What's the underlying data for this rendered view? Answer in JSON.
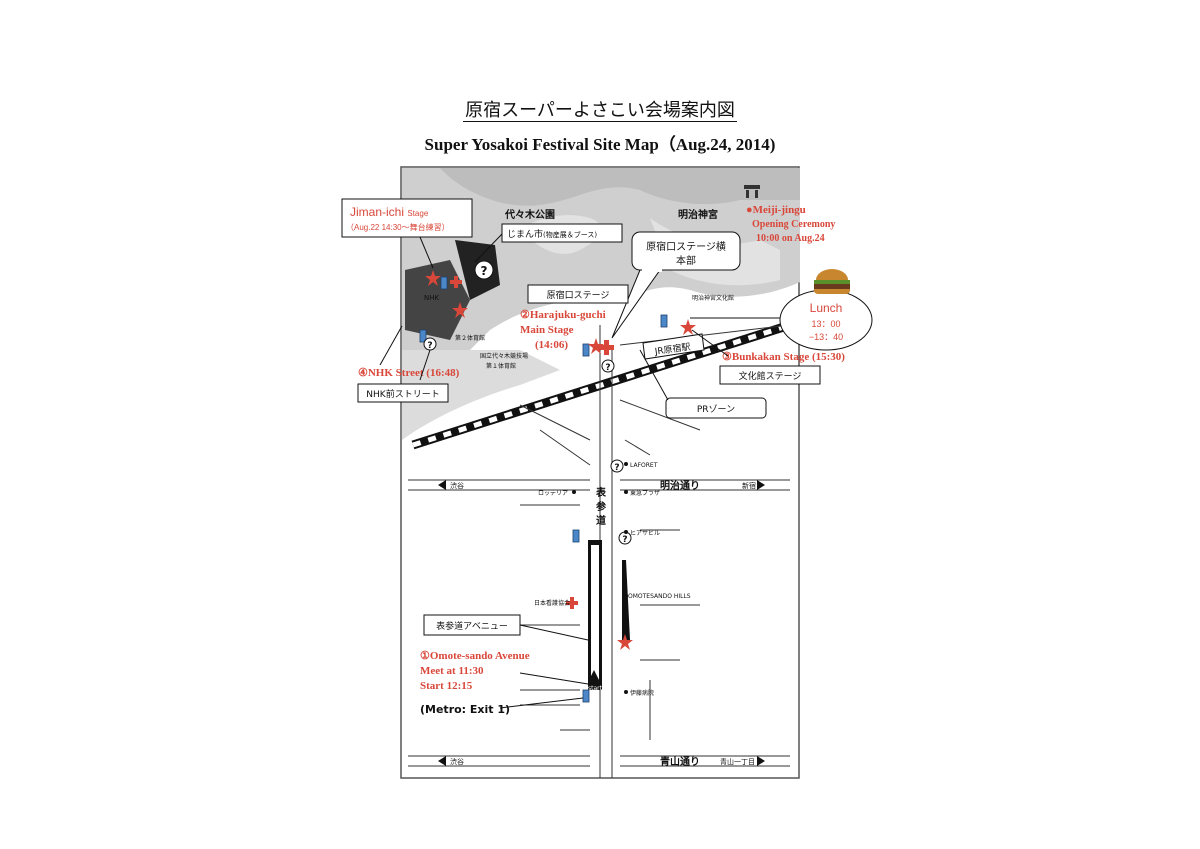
{
  "title_jp": "原宿スーパーよさこい会場案内図",
  "title_en": "Super Yosakoi Festival Site Map（Aug.24, 2014)",
  "colors": {
    "stage_red": "#d9473a",
    "marker_blue": "#4a86c8",
    "park_gray": "#cfcfcf",
    "rail_black": "#111111"
  },
  "areas": {
    "yoyogi_park": "代々木公園",
    "meiji_jingu_jp": "明治神宮",
    "jr_station": "JR原宿駅",
    "gym2": "第２体育館",
    "national_gym_1": "国立代々木競技場",
    "national_gym_2": "第１体育館",
    "nhk": "NHK",
    "bunkakan_building": "明治神宮文化館"
  },
  "stages": {
    "jiman_ichi": {
      "name": "Jiman-ichi",
      "name_suffix": "Stage",
      "note": "（Aug.22 14:30～舞台練習）"
    },
    "meiji_jingu": {
      "name": "●Meiji-jingu",
      "line1": "Opening Ceremony",
      "line2": "10:00   on Aug.24"
    },
    "harajuku": {
      "line1": "②Harajuku-guchi",
      "line2": "Main Stage",
      "line3": "(14:06)"
    },
    "bunkakan": {
      "label": "③Bunkakan Stage (15:30)"
    },
    "nhk_street": {
      "label": "④NHK Street (16:48)"
    },
    "omotesando": {
      "line1": "①Omote-sando Avenue",
      "line2": "Meet at 11:30",
      "line3": "Start 12:15"
    }
  },
  "callouts": {
    "jiman_market": "じまん市",
    "jiman_market_sub": "(物産展＆ブース)",
    "hq_line1": "原宿口ステージ横",
    "hq_line2": "本部",
    "harajuku_stage_jp": "原宿口ステージ",
    "bunkakan_stage_jp": "文化館ステージ",
    "pr_zone": "PRゾーン",
    "nhk_street_jp": "NHK前ストリート",
    "omotesando_avenue_jp": "表参道アベニュー",
    "metro": "(Metro: Exit 1)"
  },
  "lunch": {
    "label": "Lunch",
    "time1": "13：00",
    "time2": "−13：40"
  },
  "streets": {
    "meiji_dori": "明治通り",
    "aoyama_dori": "青山通り",
    "omotesando_vertical": [
      "表",
      "参",
      "道"
    ],
    "shibuya_1": "渋谷",
    "shibuya_2": "渋谷",
    "shinjuku": "新宿",
    "aoyama_1chome": "青山一丁目",
    "start": "start"
  },
  "landmarks": {
    "laforet": "LAFORET",
    "lotteria": "ロッテリア",
    "tokyu_plaza": "東急プラザ",
    "hiasa_building": "ヒアサビル",
    "omotesando_hills": "OMOTESANDO HILLS",
    "red_cross": "日本看護協会",
    "ito_hospital": "伊藤病院"
  }
}
